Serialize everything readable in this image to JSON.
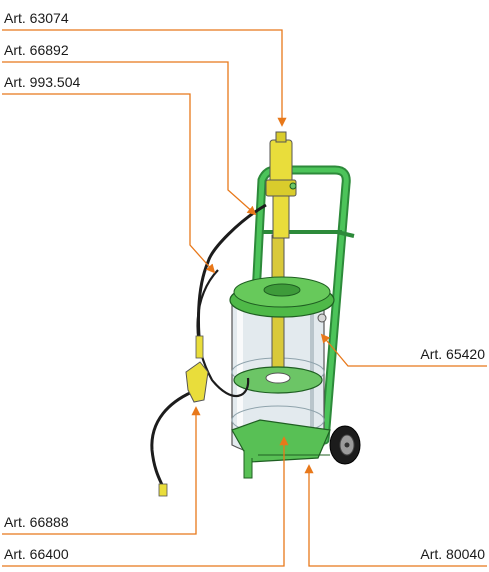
{
  "colors": {
    "leader": "#e8781a",
    "pump": "#e9dd3b",
    "frame": "#33b04a",
    "lid": "#4fb948",
    "hose": "#1c1c1c",
    "container": "#dde6ea"
  },
  "parts": [
    {
      "id": "pump",
      "label": "Art. 63074"
    },
    {
      "id": "pump-holder",
      "label": "Art. 66892"
    },
    {
      "id": "hose",
      "label": "Art. 993.504"
    },
    {
      "id": "lid",
      "label": "Art. 65420"
    },
    {
      "id": "gun",
      "label": "Art. 66888"
    },
    {
      "id": "follower-plate",
      "label": "Art. 66400"
    },
    {
      "id": "trolley",
      "label": "Art. 80040"
    }
  ]
}
